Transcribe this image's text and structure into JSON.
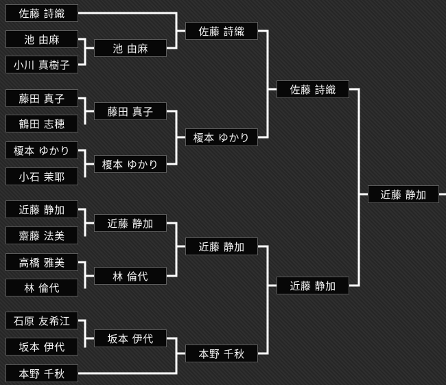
{
  "bracket": {
    "line_color": "#ffffff",
    "round1": [
      "佐藤 詩織",
      "池 由麻",
      "小川 真樹子",
      "藤田 真子",
      "鶴田 志穂",
      "榎本 ゆかり",
      "小石 茉耶",
      "近藤 静加",
      "齋藤 法美",
      "高橋 雅美",
      "林 倫代",
      "石原 友希江",
      "坂本 伊代",
      "本野 千秋"
    ],
    "round2": [
      "池 由麻",
      "藤田 真子",
      "榎本 ゆかり",
      "近藤 静加",
      "林 倫代",
      "坂本 伊代"
    ],
    "round3": [
      "佐藤 詩織",
      "榎本 ゆかり",
      "近藤 静加",
      "本野 千秋"
    ],
    "round4": [
      "佐藤 詩織",
      "近藤 静加"
    ],
    "round5": [
      "近藤 静加"
    ]
  }
}
